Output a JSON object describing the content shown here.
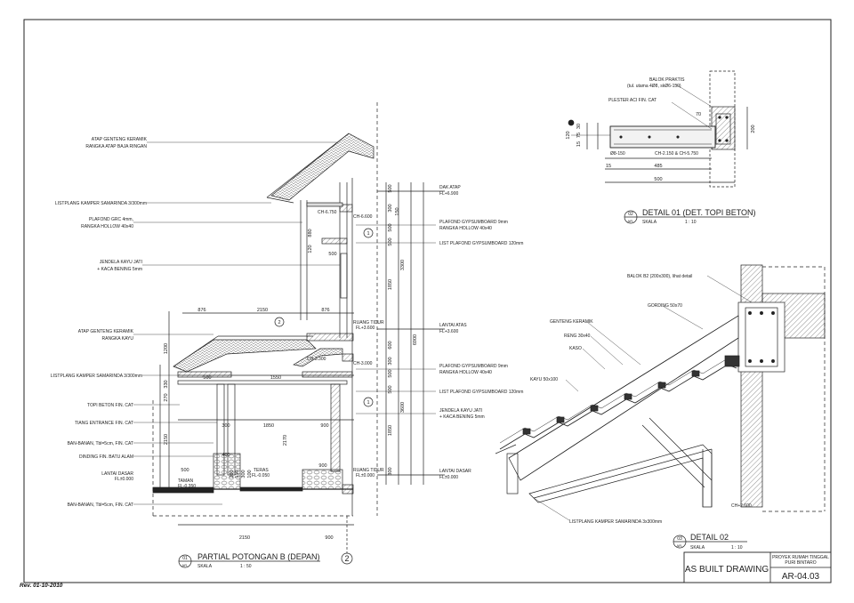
{
  "sheet": {
    "revision": "Rev. 01-10-2010",
    "title_block": {
      "drawing_status": "AS BUILT DRAWING",
      "project_line1": "PROYEK RUMAH TINGGAL",
      "project_line2": "PURI BINTARO",
      "sheet_number": "AR-04.03"
    }
  },
  "section": {
    "title": "PARTIAL POTONGAN B (DEPAN)",
    "number": "01",
    "sheet_ref": "AR-",
    "scale_label": "SKALA",
    "scale_value": "1 : 50",
    "grid_marker": "2",
    "grid_marker_small": "1",
    "left_labels": [
      "ATAP GENTENG KERAMIK",
      "RANGKA ATAP BAJA RINGAN",
      "LISTPLANG KAMPER SAMARINDA 3/300mm",
      "PLAFOND GRC 4mm,",
      "RANGKA HOLLOW 40x40",
      "JENDELA KAYU JATI",
      "+ KACA BENING 5mm",
      "ATAP GENTENG KERAMIK",
      "RANGKA KAYU",
      "LISTPLANG KAMPER SAMARINDA 3/300mm",
      "TOPI BETON FIN. CAT",
      "TIANG ENTRANCE FIN. CAT",
      "BAN-BANAN, Tbl=5cm, FIN. CAT",
      "DINDING FIN. BATU ALAM",
      "LANTAI DASAR",
      "FL±0.000",
      "BAN-BANAN, Tbl=5cm, FIN. CAT"
    ],
    "right_labels": [
      "DAK ATAP",
      "FL+6.900",
      "PLAFOND GYPSUMBOARD 9mm",
      "RANGKA HOLLOW 40x40",
      "LIST PLAFOND GYPSUMBOARD 120mm",
      "LANTAI ATAS",
      "FL+3.600",
      "PLAFOND GYPSUMBOARD 9mm",
      "RANGKA HOLLOW 40x40",
      "LIST PLAFOND GYPSUMBOARD 120mm",
      "JENDELA KAYU JATI",
      "+ KACA BENING 5mm",
      "LANTAI DASAR",
      "FL±0.000"
    ],
    "inline_labels": [
      "CH-6.750",
      "CH-6.600",
      "RUANG TIDUR",
      "FL+3.600",
      "CH-3.300",
      "CH-3.000",
      "TAMAN",
      "FL-0.350",
      "TERAS",
      "FL-0.050",
      "RUANG TIDUR",
      "FL±0.000"
    ],
    "dimensions": [
      "876",
      "2150",
      "876",
      "500",
      "1200",
      "330",
      "270",
      "500",
      "1550",
      "300",
      "1850",
      "900",
      "2150",
      "2170",
      "400",
      "300",
      "150",
      "900",
      "2150",
      "900",
      "880",
      "120",
      "500",
      "300",
      "500",
      "500",
      "1850",
      "3300",
      "600",
      "6900",
      "300",
      "500",
      "500",
      "3600",
      "1850",
      "300",
      "500",
      "150",
      "100",
      "200"
    ]
  },
  "detail01": {
    "number": "02",
    "sheet_ref": "AR-",
    "title": "DETAIL 01 (DET. TOPI BETON)",
    "scale_label": "SKALA",
    "scale_value": "1 : 10",
    "labels": [
      "BALOK PRAKTIS",
      "(tul. utama 4Ø8, skØ6-150)",
      "PLESTER ACI FIN. CAT",
      "Ø8-150",
      "CH-2.150 & CH-5.750"
    ],
    "dimensions": [
      "70",
      "120",
      "15",
      "75",
      "30",
      "200",
      "485",
      "15",
      "500"
    ]
  },
  "detail02": {
    "number": "03",
    "sheet_ref": "AR-",
    "title": "DETAIL 02",
    "scale_label": "SKALA",
    "scale_value": "1 : 10",
    "labels": [
      "BALOK B2 (200x300), lihat detail",
      "GORDING 50x70",
      "GENTENG KERAMIK",
      "RENG 30x40",
      "KASO",
      "KAYU 50x100",
      "CH+2.600",
      "LISTPLANG KAMPER SAMARINDA 3x300mm"
    ]
  }
}
